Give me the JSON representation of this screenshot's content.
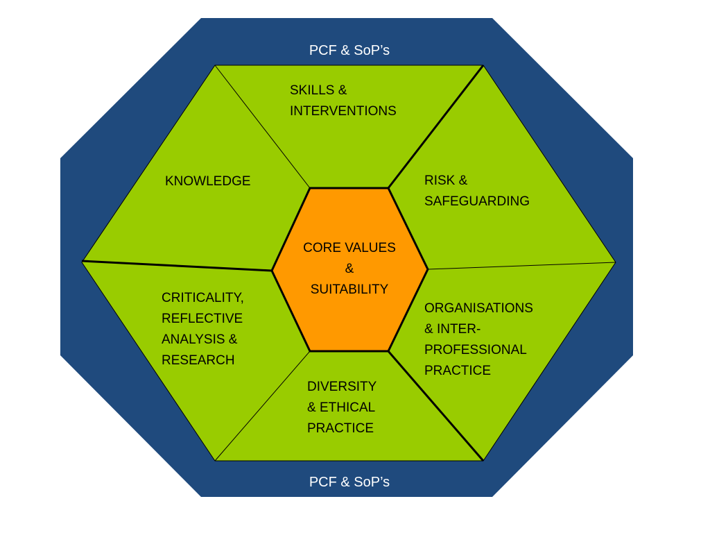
{
  "colors": {
    "octagon": "#1f4a7d",
    "segment_fill": "#99cc00",
    "core_fill": "#ff9900",
    "outline": "#000000",
    "outer_text": "#ffffff"
  },
  "outer": {
    "top_label": "PCF & SoP’s",
    "bottom_label": "PCF & SoP’s"
  },
  "core": {
    "label": "CORE VALUES\n&\nSUITABILITY"
  },
  "segments": {
    "skills": "SKILLS &\nINTERVENTIONS",
    "knowledge": "KNOWLEDGE",
    "risk": "RISK &\nSAFEGUARDING",
    "criticality": "CRITICALITY,\nREFLECTIVE\nANALYSIS &\nRESEARCH",
    "organisations": "ORGANISATIONS\n& INTER-\nPROFESSIONAL\nPRACTICE",
    "diversity": "DIVERSITY\n& ETHICAL\nPRACTICE"
  }
}
